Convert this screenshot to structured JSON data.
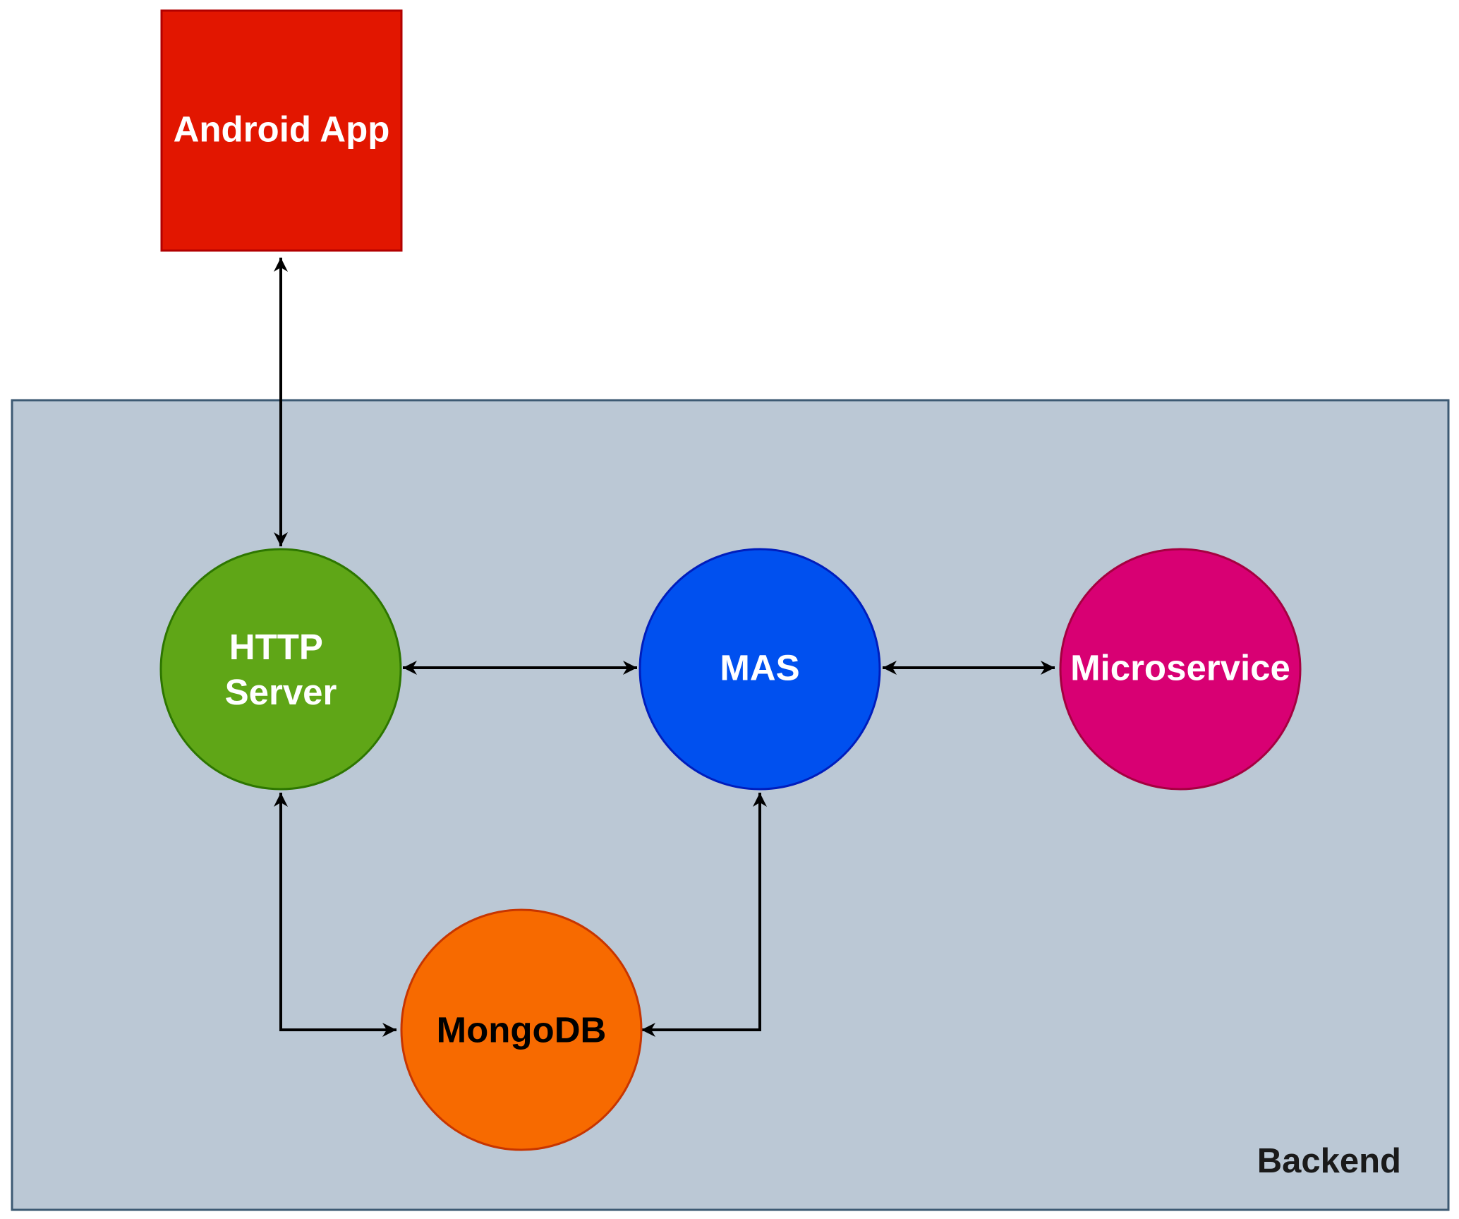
{
  "diagram": {
    "group": {
      "label": "Backend",
      "fill": "#bbc8d5",
      "stroke": "#3d5a73"
    },
    "nodes": {
      "android_app": {
        "label": "Android App",
        "shape": "rectangle",
        "fill": "#e21600",
        "stroke": "#b20000",
        "text_color": "#ffffff"
      },
      "http_server": {
        "label_line1": "HTTP",
        "label_line2": "Server",
        "shape": "circle",
        "fill": "#5fa617",
        "stroke": "#2d7600",
        "text_color": "#ffffff"
      },
      "mas": {
        "label": "MAS",
        "shape": "circle",
        "fill": "#0050ef",
        "stroke": "#001dbc",
        "text_color": "#ffffff"
      },
      "microservice": {
        "label": "Microservice",
        "shape": "circle",
        "fill": "#d80073",
        "stroke": "#a50040",
        "text_color": "#ffffff"
      },
      "mongodb": {
        "label": "MongoDB",
        "shape": "circle",
        "fill": "#f76a00",
        "stroke": "#c73500",
        "text_color": "#000000"
      }
    },
    "edges": [
      {
        "from": "Android App",
        "to": "HTTP Server",
        "direction": "bidirectional"
      },
      {
        "from": "HTTP Server",
        "to": "MAS",
        "direction": "bidirectional"
      },
      {
        "from": "MAS",
        "to": "Microservice",
        "direction": "bidirectional"
      },
      {
        "from": "HTTP Server",
        "to": "MongoDB",
        "direction": "bidirectional"
      },
      {
        "from": "MAS",
        "to": "MongoDB",
        "direction": "bidirectional"
      }
    ]
  }
}
